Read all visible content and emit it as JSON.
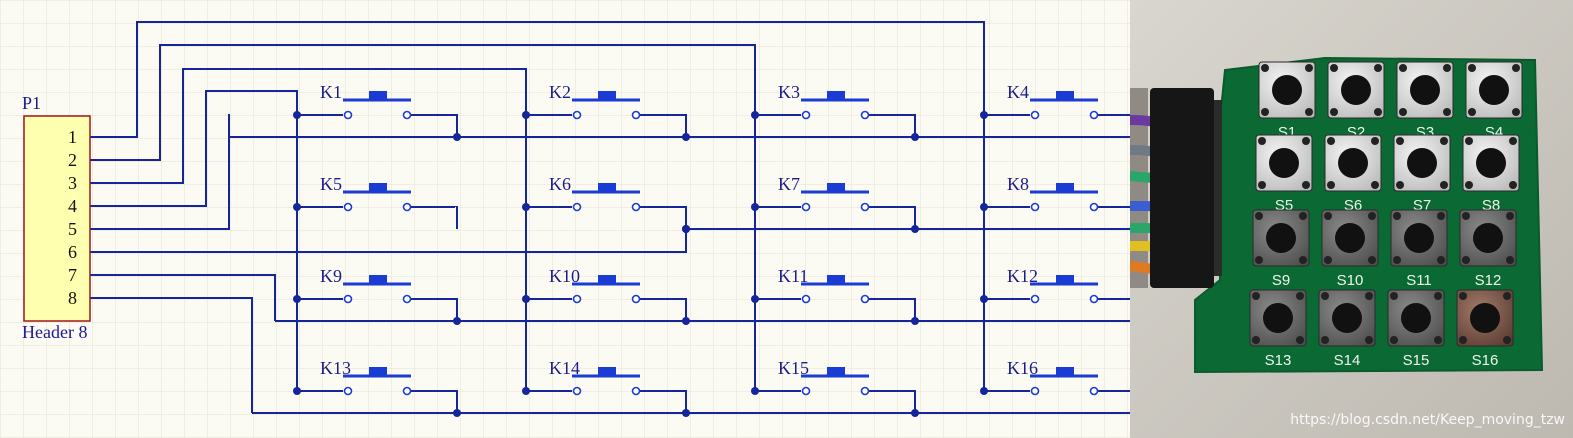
{
  "header": {
    "ref": "P1",
    "name": "Header 8",
    "pins": [
      "1",
      "2",
      "3",
      "4",
      "5",
      "6",
      "7",
      "8"
    ]
  },
  "switches": [
    "K1",
    "K2",
    "K3",
    "K4",
    "K5",
    "K6",
    "K7",
    "K8",
    "K9",
    "K10",
    "K11",
    "K12",
    "K13",
    "K14",
    "K15",
    "K16"
  ],
  "photo": {
    "button_labels": [
      "S1",
      "S2",
      "S3",
      "S4",
      "S5",
      "S6",
      "S7",
      "S8",
      "S9",
      "S10",
      "S11",
      "S12",
      "S13",
      "S14",
      "S15",
      "S16"
    ],
    "watermark": "https://blog.csdn.net/Keep_moving_tzw"
  }
}
